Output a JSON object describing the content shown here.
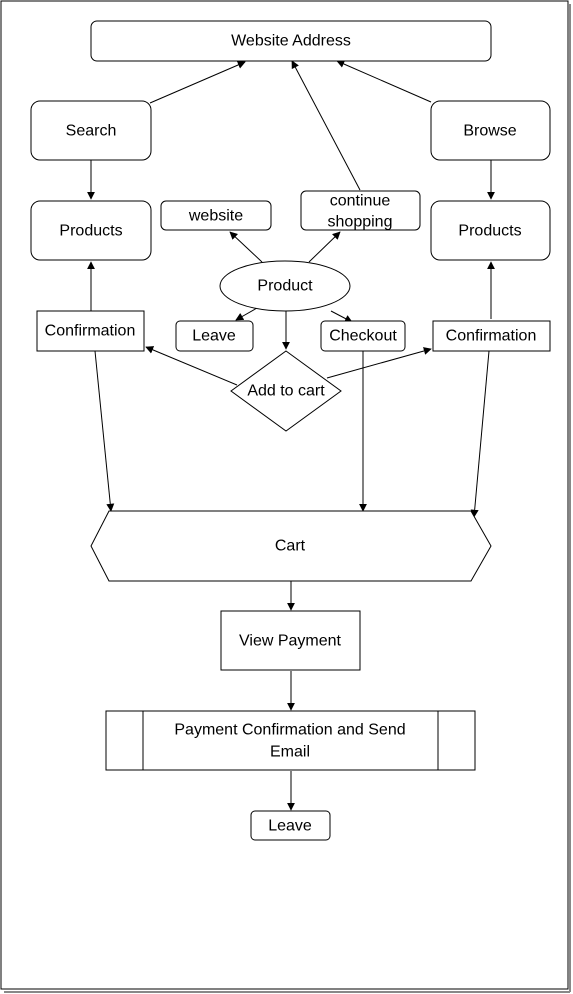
{
  "nodes": {
    "website_address": "Website Address",
    "search": "Search",
    "browse": "Browse",
    "products_left": "Products",
    "products_right": "Products",
    "website": "website",
    "continue_shopping_line1": "continue",
    "continue_shopping_line2": "shopping",
    "product": "Product",
    "confirmation_left": "Confirmation",
    "confirmation_right": "Confirmation",
    "leave_top": "Leave",
    "checkout": "Checkout",
    "add_to_cart": "Add to cart",
    "cart": "Cart",
    "view_payment": "View Payment",
    "payment_confirmation_line1": "Payment Confirmation and Send",
    "payment_confirmation_line2": "Email",
    "leave_bottom": "Leave"
  }
}
